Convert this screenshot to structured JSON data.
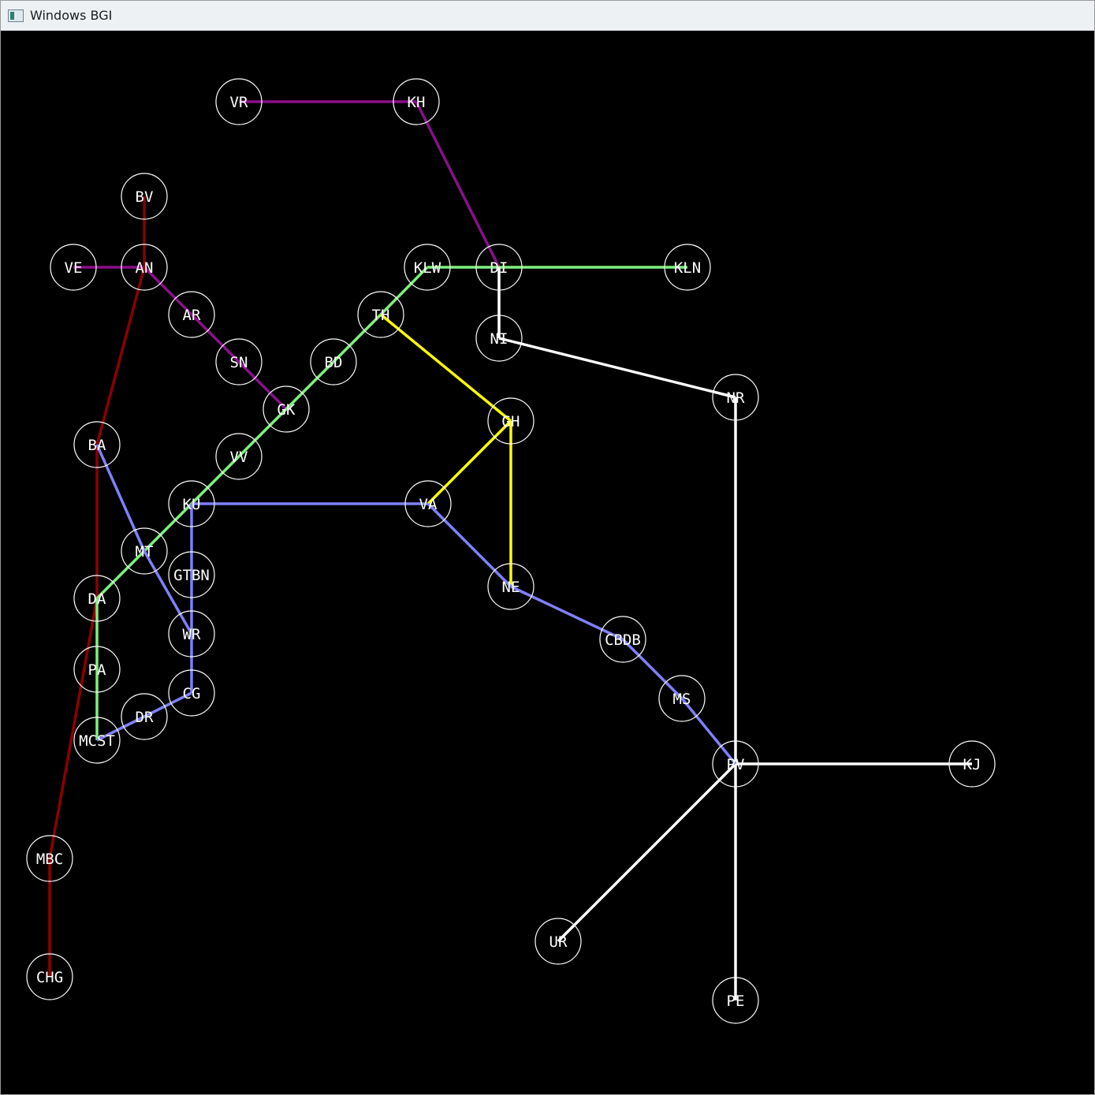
{
  "window": {
    "title": "Windows BGI"
  },
  "colors": {
    "background": "#000000",
    "node_stroke": "#ffffff",
    "label": "#ffffff",
    "lines": {
      "purple": "#8b0f8b",
      "dark_red": "#8b0000",
      "green": "#7cf27c",
      "blue": "#8080ff",
      "yellow": "#ffff00",
      "white": "#ffffff"
    }
  },
  "graph": {
    "nodes": [
      {
        "id": "VR",
        "label": "VR"
      },
      {
        "id": "KH",
        "label": "KH"
      },
      {
        "id": "BV",
        "label": "BV"
      },
      {
        "id": "VE",
        "label": "VE"
      },
      {
        "id": "AN",
        "label": "AN"
      },
      {
        "id": "AR",
        "label": "AR"
      },
      {
        "id": "SN",
        "label": "SN"
      },
      {
        "id": "KLW",
        "label": "KLW"
      },
      {
        "id": "DI",
        "label": "DI"
      },
      {
        "id": "KLN",
        "label": "KLN"
      },
      {
        "id": "TH",
        "label": "TH"
      },
      {
        "id": "NI",
        "label": "NI"
      },
      {
        "id": "BD",
        "label": "BD"
      },
      {
        "id": "GK",
        "label": "GK"
      },
      {
        "id": "NR",
        "label": "NR"
      },
      {
        "id": "GH",
        "label": "GH"
      },
      {
        "id": "BA",
        "label": "BA"
      },
      {
        "id": "VV",
        "label": "VV"
      },
      {
        "id": "KU",
        "label": "KU"
      },
      {
        "id": "VA",
        "label": "VA"
      },
      {
        "id": "MT",
        "label": "MT"
      },
      {
        "id": "GTBN",
        "label": "GTBN"
      },
      {
        "id": "DA",
        "label": "DA"
      },
      {
        "id": "NE",
        "label": "NE"
      },
      {
        "id": "WR",
        "label": "WR"
      },
      {
        "id": "CBDB",
        "label": "CBDB"
      },
      {
        "id": "PA",
        "label": "PA"
      },
      {
        "id": "CG",
        "label": "CG"
      },
      {
        "id": "MS",
        "label": "MS"
      },
      {
        "id": "DR",
        "label": "DR"
      },
      {
        "id": "MCST",
        "label": "MCST"
      },
      {
        "id": "PV",
        "label": "PV"
      },
      {
        "id": "KJ",
        "label": "KJ"
      },
      {
        "id": "MBC",
        "label": "MBC"
      },
      {
        "id": "UR",
        "label": "UR"
      },
      {
        "id": "CHG",
        "label": "CHG"
      },
      {
        "id": "PE",
        "label": "PE"
      }
    ],
    "edges": [
      {
        "from": "VR",
        "to": "KH",
        "color": "purple"
      },
      {
        "from": "KH",
        "to": "DI",
        "color": "purple"
      },
      {
        "from": "VE",
        "to": "AN",
        "color": "purple"
      },
      {
        "from": "AN",
        "to": "AR",
        "color": "purple"
      },
      {
        "from": "AR",
        "to": "SN",
        "color": "purple"
      },
      {
        "from": "SN",
        "to": "GK",
        "color": "purple"
      },
      {
        "from": "BV",
        "to": "AN",
        "color": "dark_red"
      },
      {
        "from": "AN",
        "to": "BA",
        "color": "dark_red"
      },
      {
        "from": "BA",
        "to": "DA",
        "color": "dark_red"
      },
      {
        "from": "DA",
        "to": "MBC",
        "color": "dark_red"
      },
      {
        "from": "MBC",
        "to": "CHG",
        "color": "dark_red"
      },
      {
        "from": "KLW",
        "to": "DI",
        "color": "green"
      },
      {
        "from": "DI",
        "to": "KLN",
        "color": "green"
      },
      {
        "from": "KLW",
        "to": "TH",
        "color": "green"
      },
      {
        "from": "TH",
        "to": "BD",
        "color": "green"
      },
      {
        "from": "BD",
        "to": "GK",
        "color": "green"
      },
      {
        "from": "GK",
        "to": "VV",
        "color": "green"
      },
      {
        "from": "VV",
        "to": "KU",
        "color": "green"
      },
      {
        "from": "KU",
        "to": "MT",
        "color": "green"
      },
      {
        "from": "MT",
        "to": "DA",
        "color": "green"
      },
      {
        "from": "DA",
        "to": "PA",
        "color": "green"
      },
      {
        "from": "PA",
        "to": "MCST",
        "color": "green"
      },
      {
        "from": "DI",
        "to": "NI",
        "color": "white"
      },
      {
        "from": "NI",
        "to": "NR",
        "color": "white"
      },
      {
        "from": "NR",
        "to": "PV",
        "color": "white"
      },
      {
        "from": "PV",
        "to": "KJ",
        "color": "white"
      },
      {
        "from": "PV",
        "to": "UR",
        "color": "white"
      },
      {
        "from": "PV",
        "to": "PE",
        "color": "white"
      },
      {
        "from": "TH",
        "to": "GH",
        "color": "yellow"
      },
      {
        "from": "GH",
        "to": "VA",
        "color": "yellow"
      },
      {
        "from": "GH",
        "to": "NE",
        "color": "yellow"
      },
      {
        "from": "BA",
        "to": "MT",
        "color": "blue"
      },
      {
        "from": "MT",
        "to": "WR",
        "color": "blue"
      },
      {
        "from": "KU",
        "to": "VA",
        "color": "blue"
      },
      {
        "from": "KU",
        "to": "GTBN",
        "color": "blue"
      },
      {
        "from": "GTBN",
        "to": "WR",
        "color": "blue"
      },
      {
        "from": "WR",
        "to": "CG",
        "color": "blue"
      },
      {
        "from": "CG",
        "to": "DR",
        "color": "blue"
      },
      {
        "from": "DR",
        "to": "MCST",
        "color": "blue"
      },
      {
        "from": "VA",
        "to": "NE",
        "color": "blue"
      },
      {
        "from": "NE",
        "to": "CBDB",
        "color": "blue"
      },
      {
        "from": "CBDB",
        "to": "MS",
        "color": "blue"
      },
      {
        "from": "MS",
        "to": "PV",
        "color": "blue"
      }
    ]
  }
}
